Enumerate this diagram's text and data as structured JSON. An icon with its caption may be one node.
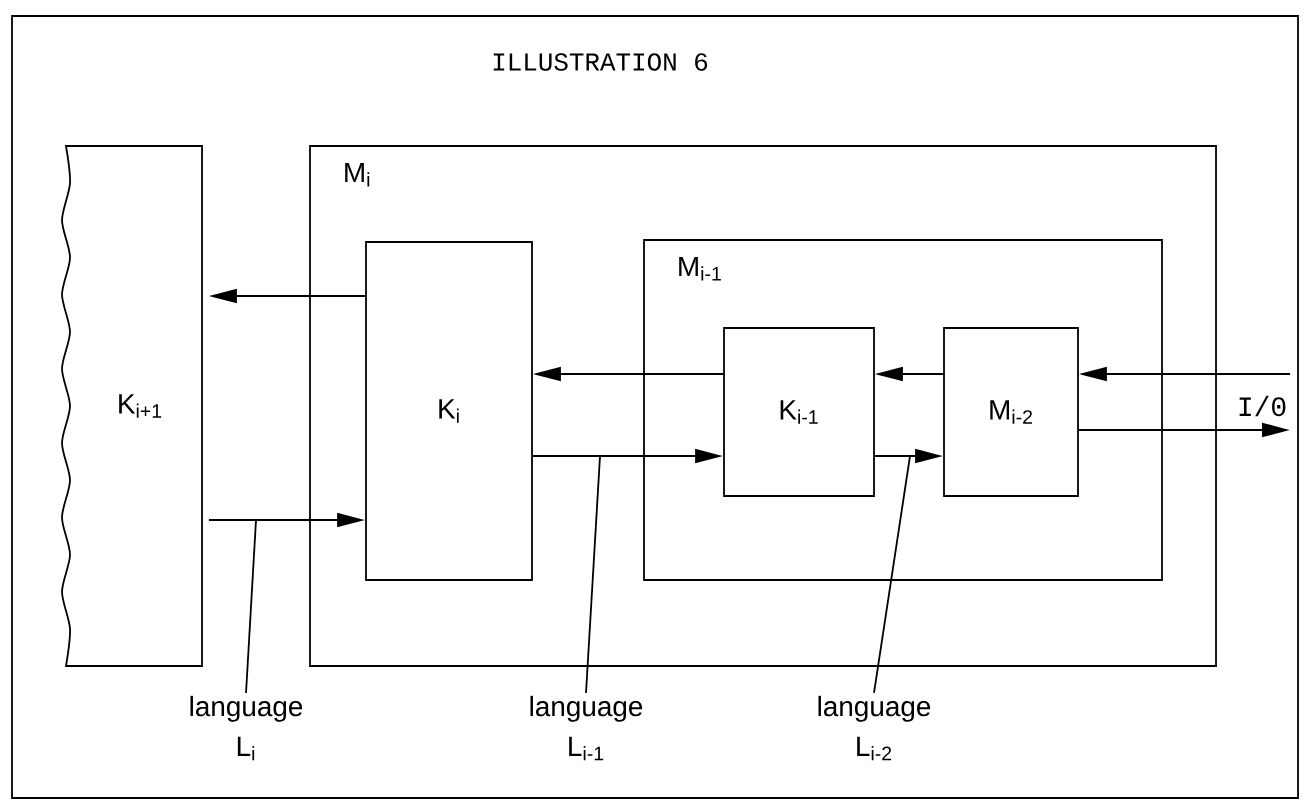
{
  "diagram": {
    "title": "ILLUSTRATION 6",
    "nodes": [
      {
        "text": [
          "K$_{i+1}$"
        ]
      },
      {
        "text": [
          "M$_{i}$"
        ]
      },
      {
        "text": [
          "K$_{i}$"
        ],
        "in": 1
      },
      {
        "text": [
          "M$_{i-1}$"
        ],
        "in": 1
      },
      {
        "text": [
          "K$_{i-1}$"
        ],
        "in": 3
      },
      {
        "text": [
          "M$_{i-2}$"
        ],
        "in": 3
      },
      {
        "text": [
          "I/0"
        ]
      },
      {
        "text": [
          "language L$_{i}$"
        ]
      },
      {
        "text": [
          "language L$_{i-1}$"
        ]
      },
      {
        "text": [
          "language L$_{i-2}$"
        ]
      }
    ],
    "edges": [
      {
        "from": 2,
        "to": 0,
        "arrow": "to"
      },
      {
        "from": 0,
        "to": 2,
        "arrow": "to"
      },
      {
        "from": 4,
        "to": 2,
        "arrow": "to"
      },
      {
        "from": 2,
        "to": 4,
        "arrow": "to"
      },
      {
        "from": 5,
        "to": 4,
        "arrow": "to"
      },
      {
        "from": 4,
        "to": 5,
        "arrow": "to"
      },
      {
        "from": 6,
        "to": 5,
        "arrow": "to"
      },
      {
        "from": 5,
        "to": 6,
        "arrow": "to"
      },
      {
        "from": 7,
        "to": null,
        "arrow": "none"
      },
      {
        "from": 8,
        "to": null,
        "arrow": "none"
      },
      {
        "from": 9,
        "to": null,
        "arrow": "none"
      }
    ]
  }
}
